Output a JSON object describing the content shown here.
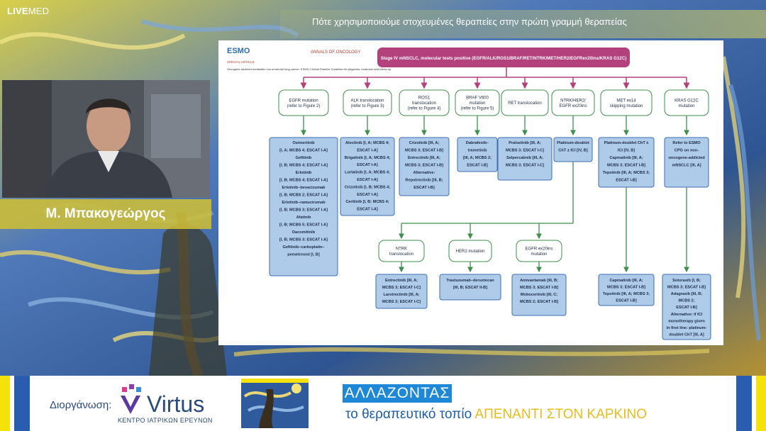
{
  "broadcast": {
    "brand_bold": "LIVE",
    "brand_light": "MED",
    "slide_title": "Πότε χρησιμοποιούμε στοχευμένες θεραπείες στην πρώτη γραμμή θεραπείας"
  },
  "speaker": {
    "name": "Μ. Μπακογεώργος"
  },
  "slide": {
    "logo": "ESMO",
    "journal": "ANNALS OF ONCOLOGY",
    "article_type": "SPECIAL ARTICLE",
    "article_title": "Oncogene-addicted metastatic non-small-cell lung cancer: ESMO Clinical Practice Guideline for diagnosis, treatment and follow-up",
    "root": "Stage IV mNSCLC, molecular tests positive (EGFR/ALK/ROS1/BRAF/RET/NTRK/MET/HER2/EGFRex20ins/KRAS G12C)",
    "level1": [
      {
        "head": [
          "EGFR mutation",
          "(refer to Figure 2)"
        ],
        "tx": [
          "Osimertinib",
          "[I, A; MCBS 4; ESCAT I-A]",
          "Gefitinib",
          "[I, B; MCBS 4; ESCAT I-A]",
          "Erlotinib",
          "[I, B; MCBS 4; ESCAT I-A]",
          "Erlotinib–bevacizumab",
          "[I, B; MCBS 2; ESCAT I-A]",
          "Erlotinib–ramucirumab",
          "[I, B; MCBS 3; ESCAT I-A]",
          "Afatinib",
          "[I, B; MCBS 5; ESCAT I-A]",
          "Dacomitinib",
          "[I, B; MCBS 3; ESCAT I-A]",
          "Gefitinib–carboplatin–",
          "pemetrexed [I, B]"
        ]
      },
      {
        "head": [
          "ALK translocation",
          "(refer to Figure 3)"
        ],
        "tx": [
          "Alectinib [I, A; MCBS 4;",
          "ESCAT I-A]",
          "Brigatinib [I, A; MCBS 4;",
          "ESCAT I-A]",
          "Lorlatinib [I, A; MCBS 4;",
          "ESCAT I-A]",
          "Crizotinib [I, B; MCBS 4;",
          "ESCAT I-A]",
          "Ceritinib [I, B; MCBS 4;",
          "ESCAT I-A]"
        ]
      },
      {
        "head": [
          "ROS1",
          "translocation",
          "(refer to Figure 4)"
        ],
        "tx": [
          "Crizotinib [III, A;",
          "MCBS 3; ESCAT I-B]",
          "Entrectinib [III, A;",
          "MCBS 3; ESCAT I-B]",
          "Alternative:",
          "Repotrectinib [III, B;",
          "ESCAT I-B]"
        ]
      },
      {
        "head": [
          "BRAF V600",
          "mutation",
          "(refer to Figure 5)"
        ],
        "tx": [
          "Dabrafenib–",
          "trametinib",
          "[III, A; MCBS 2;",
          "ESCAT I-B]"
        ]
      },
      {
        "head": [
          "RET translocation"
        ],
        "tx": [
          "Pralsetinib [III, A;",
          "MCBS 3; ESCAT I-C]",
          "Selpercatinib [III, A;",
          "MCBS 3; ESCAT I-C]"
        ]
      },
      {
        "head": [
          "NTRK/HER2/",
          "EGFR ex20ins"
        ],
        "tx": [
          "Platinum-doublet",
          "ChT ± ICI [IV, B]"
        ]
      },
      {
        "head": [
          "MET ex14",
          "skipping mutation"
        ],
        "tx": [
          "Platinum-doublet ChT ±",
          "ICI [IV, B]",
          "Capmatinib [III, A;",
          "MCBS 3; ESCAT I-B]",
          "Tepotinib [III, A; MCBS 3;",
          "ESCAT I-B]"
        ]
      },
      {
        "head": [
          "KRAS G12C",
          "mutation"
        ],
        "tx": [
          "Refer to ESMO",
          "CPG on non-",
          "oncogene-addicted",
          "mNSCLC [III, A]"
        ]
      }
    ],
    "level2": [
      {
        "head": [
          "NTRK",
          "translocation"
        ],
        "tx": [
          "Entrectinib [III, A;",
          "MCBS 3; ESCAT I-C]",
          "Larotrectinib [III, A;",
          "MCBS 3; ESCAT I-C]"
        ]
      },
      {
        "head": [
          "HER2 mutation"
        ],
        "tx": [
          "Trastuzumab–deruxtecan",
          "[III, B; ESCAT II-B]"
        ]
      },
      {
        "head": [
          "EGFR ex20ins",
          "mutation"
        ],
        "tx": [
          "Amivantamab [III, B;",
          "MCBS 3; ESCAT I-B]",
          "Mobocertinib [III, C;",
          "MCBS 2; ESCAT I-B]"
        ]
      },
      {
        "head": [],
        "tx": [
          "Capmatinib [III, A;",
          "MCBS 3; ESCAT I-B]",
          "Tepotinib [III, A; MCBS 3;",
          "ESCAT I-B]"
        ]
      },
      {
        "head": [],
        "tx": [
          "Sotorasib [I, B;",
          "MCBS 3; ESCAT I-B]",
          "Adagrasib [III, B;",
          "MCBS 2;",
          "ESCAT I-B]",
          "Alternative: if ICI",
          "monotherapy given",
          "in first line: platinum-",
          "doublet ChT [III, A]"
        ]
      }
    ]
  },
  "footer": {
    "organizer_label": "Διοργάνωση:",
    "organizer_name": "Virtus",
    "organizer_sub": "ΚΕΝΤΡΟ ΙΑΤΡΙΚΩΝ ΕΡΕΥΝΩΝ",
    "campaign_title": "ΑΛΛΑΖΟΝΤΑΣ",
    "campaign_sub_a": "το θεραπευτικό τοπίο ",
    "campaign_sub_b": "ΑΠΕΝΑΝΤΙ ΣΤΟΝ ΚΑΡΚΙΝΟ"
  },
  "colors": {
    "root_fill": "#b2417c",
    "arrow": "#b2417c",
    "level_arrow": "#3f8f4e",
    "treatment_fill": "#aecbea",
    "treatment_border": "#3d6fb0",
    "name_plate": "#cdbe37",
    "campaign_blue": "#1e88d6",
    "campaign_gold": "#e5bd1f"
  }
}
